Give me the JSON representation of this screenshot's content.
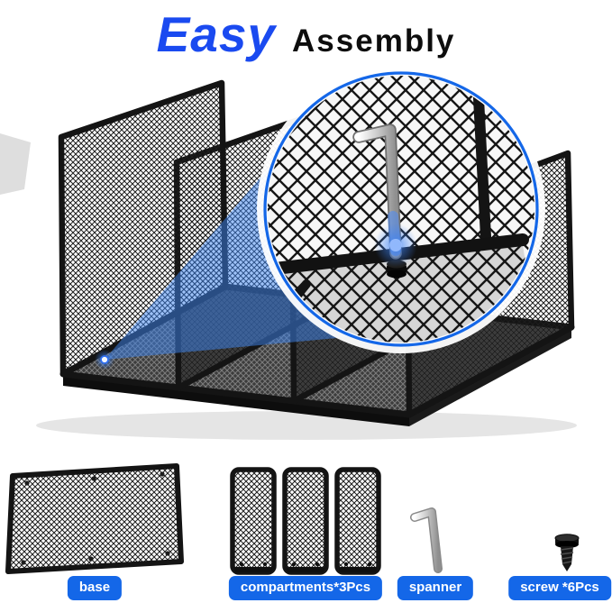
{
  "title": {
    "easy": "Easy",
    "assembly": "Assembly"
  },
  "parts": {
    "base": {
      "label": "base"
    },
    "compartments": {
      "label": "compartments*3Pcs"
    },
    "spanner": {
      "label": "spanner"
    },
    "screw": {
      "label": "screw *6Pcs"
    }
  },
  "colors": {
    "title_blue": "#1a4af0",
    "accent_blue": "#1467e8",
    "beam_blue": "#3d85f2",
    "frame_black": "#141414"
  }
}
